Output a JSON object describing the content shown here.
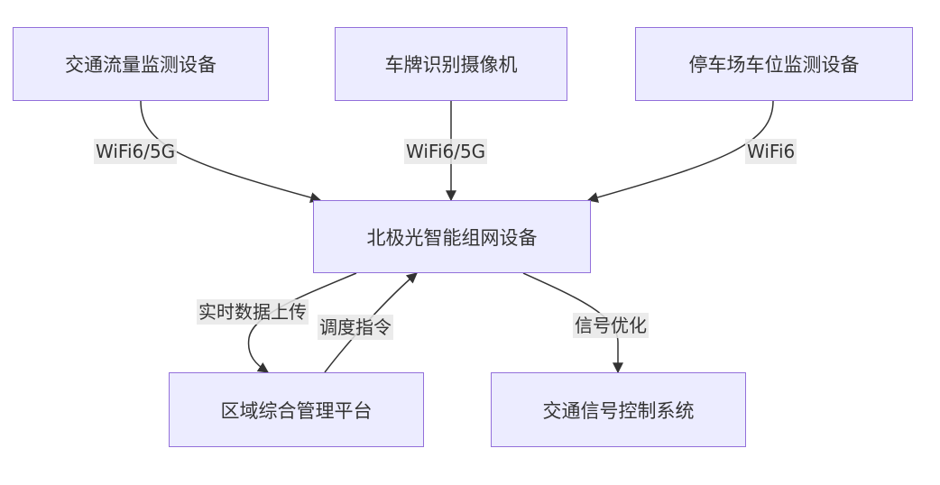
{
  "diagram": {
    "colors": {
      "node_fill": "#ECECFF",
      "node_border": "#9370DB",
      "edge": "#333333",
      "label_bg": "#E8E8E8",
      "text": "#333333"
    },
    "nodes": {
      "traffic_flow": "交通流量监测设备",
      "plate_camera": "车牌识别摄像机",
      "parking": "停车场车位监测设备",
      "aurora": "北极光智能组网设备",
      "regional": "区域综合管理平台",
      "signal_system": "交通信号控制系统"
    },
    "edges": {
      "traffic_to_aurora": "WiFi6/5G",
      "camera_to_aurora": "WiFi6/5G",
      "parking_to_aurora": "WiFi6",
      "aurora_to_regional": "实时数据上传",
      "regional_to_aurora": "调度指令",
      "aurora_to_signal": "信号优化"
    }
  }
}
